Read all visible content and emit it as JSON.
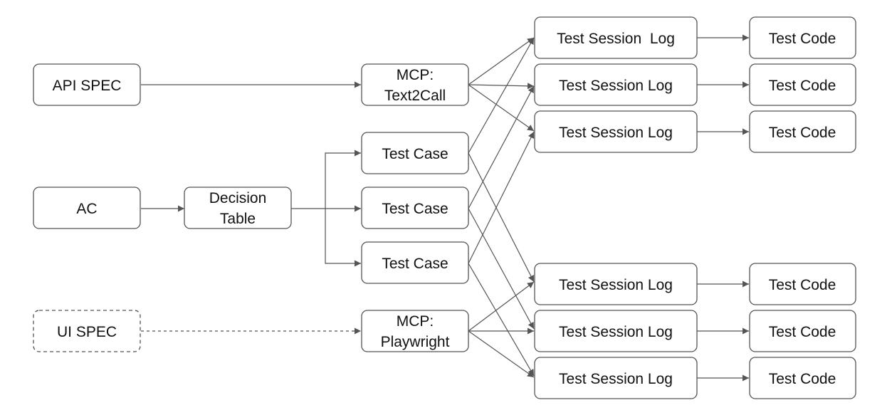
{
  "nodes": {
    "api_spec": {
      "lines": [
        "API SPEC"
      ]
    },
    "ac": {
      "lines": [
        "AC"
      ]
    },
    "ui_spec": {
      "lines": [
        "UI SPEC"
      ]
    },
    "decision_table": {
      "lines": [
        "Decision",
        "Table"
      ]
    },
    "mcp_text2call": {
      "lines": [
        "MCP:",
        "Text2Call"
      ]
    },
    "test_case_1": {
      "lines": [
        "Test Case"
      ]
    },
    "test_case_2": {
      "lines": [
        "Test Case"
      ]
    },
    "test_case_3": {
      "lines": [
        "Test Case"
      ]
    },
    "mcp_playwright": {
      "lines": [
        "MCP:",
        "Playwright"
      ]
    },
    "log_1": {
      "lines": [
        "Test Session  Log"
      ]
    },
    "log_2": {
      "lines": [
        "Test Session Log"
      ]
    },
    "log_3": {
      "lines": [
        "Test Session Log"
      ]
    },
    "log_4": {
      "lines": [
        "Test Session Log"
      ]
    },
    "log_5": {
      "lines": [
        "Test Session Log"
      ]
    },
    "log_6": {
      "lines": [
        "Test Session Log"
      ]
    },
    "code_1": {
      "lines": [
        "Test Code"
      ]
    },
    "code_2": {
      "lines": [
        "Test Code"
      ]
    },
    "code_3": {
      "lines": [
        "Test Code"
      ]
    },
    "code_4": {
      "lines": [
        "Test Code"
      ]
    },
    "code_5": {
      "lines": [
        "Test Code"
      ]
    },
    "code_6": {
      "lines": [
        "Test Code"
      ]
    }
  },
  "edges": [
    {
      "from": "api_spec",
      "to": "mcp_text2call"
    },
    {
      "from": "ac",
      "to": "decision_table"
    },
    {
      "from": "decision_table",
      "to": "test_case_1"
    },
    {
      "from": "decision_table",
      "to": "test_case_2"
    },
    {
      "from": "decision_table",
      "to": "test_case_3"
    },
    {
      "from": "ui_spec",
      "to": "mcp_playwright",
      "style": "dashed"
    },
    {
      "from": "mcp_text2call",
      "to": "log_1"
    },
    {
      "from": "mcp_text2call",
      "to": "log_2"
    },
    {
      "from": "mcp_text2call",
      "to": "log_3"
    },
    {
      "from": "test_case_1",
      "to": "log_1"
    },
    {
      "from": "test_case_2",
      "to": "log_2"
    },
    {
      "from": "test_case_3",
      "to": "log_3"
    },
    {
      "from": "test_case_1",
      "to": "log_4"
    },
    {
      "from": "test_case_2",
      "to": "log_5"
    },
    {
      "from": "test_case_3",
      "to": "log_6"
    },
    {
      "from": "mcp_playwright",
      "to": "log_4"
    },
    {
      "from": "mcp_playwright",
      "to": "log_5"
    },
    {
      "from": "mcp_playwright",
      "to": "log_6"
    },
    {
      "from": "log_1",
      "to": "code_1"
    },
    {
      "from": "log_2",
      "to": "code_2"
    },
    {
      "from": "log_3",
      "to": "code_3"
    },
    {
      "from": "log_4",
      "to": "code_4"
    },
    {
      "from": "log_5",
      "to": "code_5"
    },
    {
      "from": "log_6",
      "to": "code_6"
    }
  ]
}
